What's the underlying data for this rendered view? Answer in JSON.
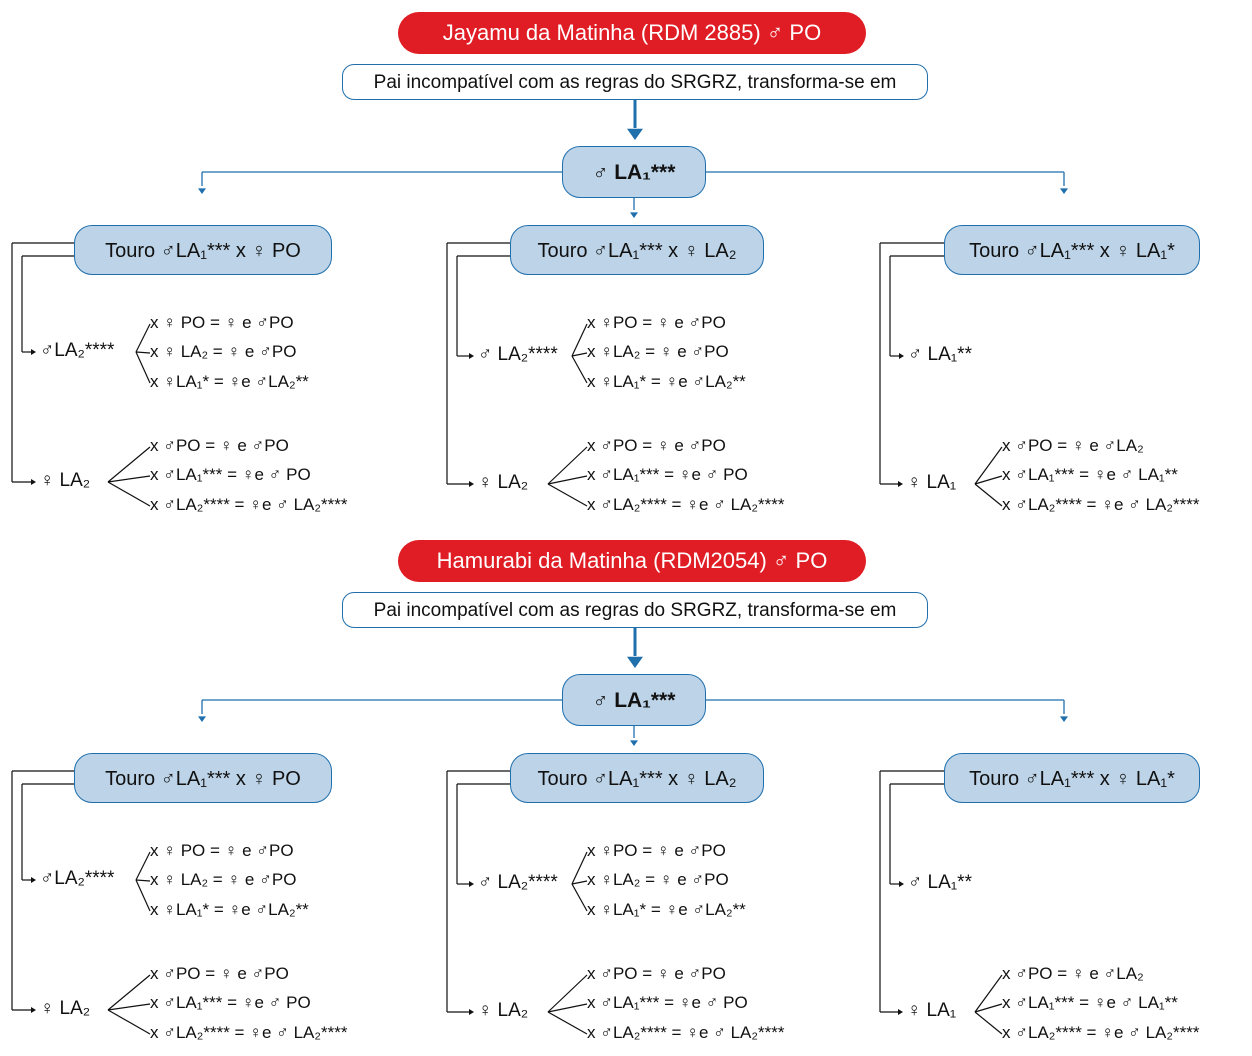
{
  "sections": [
    {
      "title": "Jayamu da Matinha (RDM 2885) ♂ PO",
      "note": "Pai incompatível com as regras do SRGRZ, transforma-se em",
      "center": "♂ LA₁***",
      "columns": [
        {
          "cross": "Touro ♂LA₁*** x ♀ PO",
          "male_offspring": "♂LA₂****",
          "male_results": [
            "x ♀ PO = ♀ e ♂PO",
            "x ♀ LA₂ = ♀ e ♂PO",
            "x ♀LA₁* = ♀e ♂LA₂**"
          ],
          "female_offspring": "♀ LA₂",
          "female_results": [
            "x ♂PO = ♀ e ♂PO",
            "x ♂LA₁*** = ♀e ♂ PO",
            "x ♂LA₂**** = ♀e ♂ LA₂****"
          ]
        },
        {
          "cross": "Touro ♂LA₁*** x ♀ LA₂",
          "male_offspring": "♂ LA₂****",
          "male_results": [
            "x ♀PO = ♀ e ♂PO",
            "x ♀LA₂ = ♀ e ♂PO",
            "x ♀LA₁* = ♀e ♂LA₂**"
          ],
          "female_offspring": "♀ LA₂",
          "female_results": [
            "x ♂PO = ♀ e ♂PO",
            "x ♂LA₁*** = ♀e ♂ PO",
            "x ♂LA₂**** = ♀e ♂ LA₂****"
          ]
        },
        {
          "cross": "Touro ♂LA₁*** x ♀ LA₁*",
          "male_offspring": "♂ LA₁**",
          "male_results": [],
          "female_offspring": "♀ LA₁",
          "female_results": [
            "x ♂PO = ♀ e ♂LA₂",
            "x ♂LA₁*** = ♀e ♂ LA₁**",
            "x ♂LA₂**** = ♀e ♂ LA₂****"
          ]
        }
      ]
    },
    {
      "title": "Hamurabi da Matinha (RDM2054) ♂ PO",
      "note": "Pai incompatível com as regras do SRGRZ, transforma-se em",
      "center": "♂ LA₁***",
      "columns": [
        {
          "cross": "Touro ♂LA₁*** x ♀ PO",
          "male_offspring": "♂LA₂****",
          "male_results": [
            "x ♀ PO = ♀ e ♂PO",
            "x ♀ LA₂ = ♀ e ♂PO",
            "x ♀LA₁* = ♀e ♂LA₂**"
          ],
          "female_offspring": "♀ LA₂",
          "female_results": [
            "x ♂PO = ♀ e ♂PO",
            "x ♂LA₁*** = ♀e ♂ PO",
            "x ♂LA₂**** = ♀e ♂ LA₂****"
          ]
        },
        {
          "cross": "Touro ♂LA₁*** x ♀ LA₂",
          "male_offspring": "♂ LA₂****",
          "male_results": [
            "x ♀PO = ♀ e ♂PO",
            "x ♀LA₂ = ♀ e ♂PO",
            "x ♀LA₁* = ♀e ♂LA₂**"
          ],
          "female_offspring": "♀ LA₂",
          "female_results": [
            "x ♂PO = ♀ e ♂PO",
            "x ♂LA₁*** = ♀e ♂ PO",
            "x ♂LA₂**** = ♀e ♂ LA₂****"
          ]
        },
        {
          "cross": "Touro ♂LA₁*** x ♀ LA₁*",
          "male_offspring": "♂ LA₁**",
          "male_results": [],
          "female_offspring": "♀ LA₁",
          "female_results": [
            "x ♂PO = ♀ e ♂LA₂",
            "x ♂LA₁*** = ♀e ♂ LA₁**",
            "x ♂LA₂**** = ♀e ♂ LA₂****"
          ]
        }
      ]
    }
  ]
}
